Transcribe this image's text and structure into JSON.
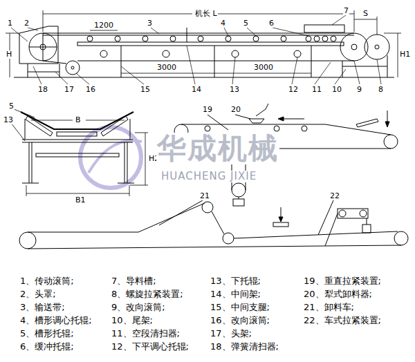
{
  "diagram": {
    "labels": [
      "机长 L",
      "1",
      "2",
      "1200",
      "3",
      "4",
      "5",
      "6",
      "7",
      "S",
      "H",
      "H1",
      "3000",
      "3000",
      "18",
      "17",
      "16",
      "15",
      "14",
      "13",
      "12",
      "11",
      "10",
      "9",
      "8",
      "5",
      "B",
      "13",
      "H2",
      "B1",
      "19",
      "20",
      "华成机械",
      "HUACHENG JIXIE",
      "21",
      "22",
      "1、传动滚筒;",
      "2、头罩;",
      "3、输送带;",
      "4、槽形调心托辊;",
      "5、槽形托辊;",
      "6、缓冲托辊;",
      "7、导料槽;",
      "8、螺旋拉紧装置;",
      "9、改向滚筒;",
      "10、尾架;",
      "11、空段清扫器;",
      "12、下平调心托辊;",
      "13、下托辊;",
      "14、中间架;",
      "15、中间支腿;",
      "16、改向滚筒;",
      "17、头架;",
      "18、弹簧清扫器;",
      "19、重直拉紧装置;",
      "20、犁式卸料器;",
      "21、卸料车;",
      "22、车式拉紧装置;"
    ]
  }
}
